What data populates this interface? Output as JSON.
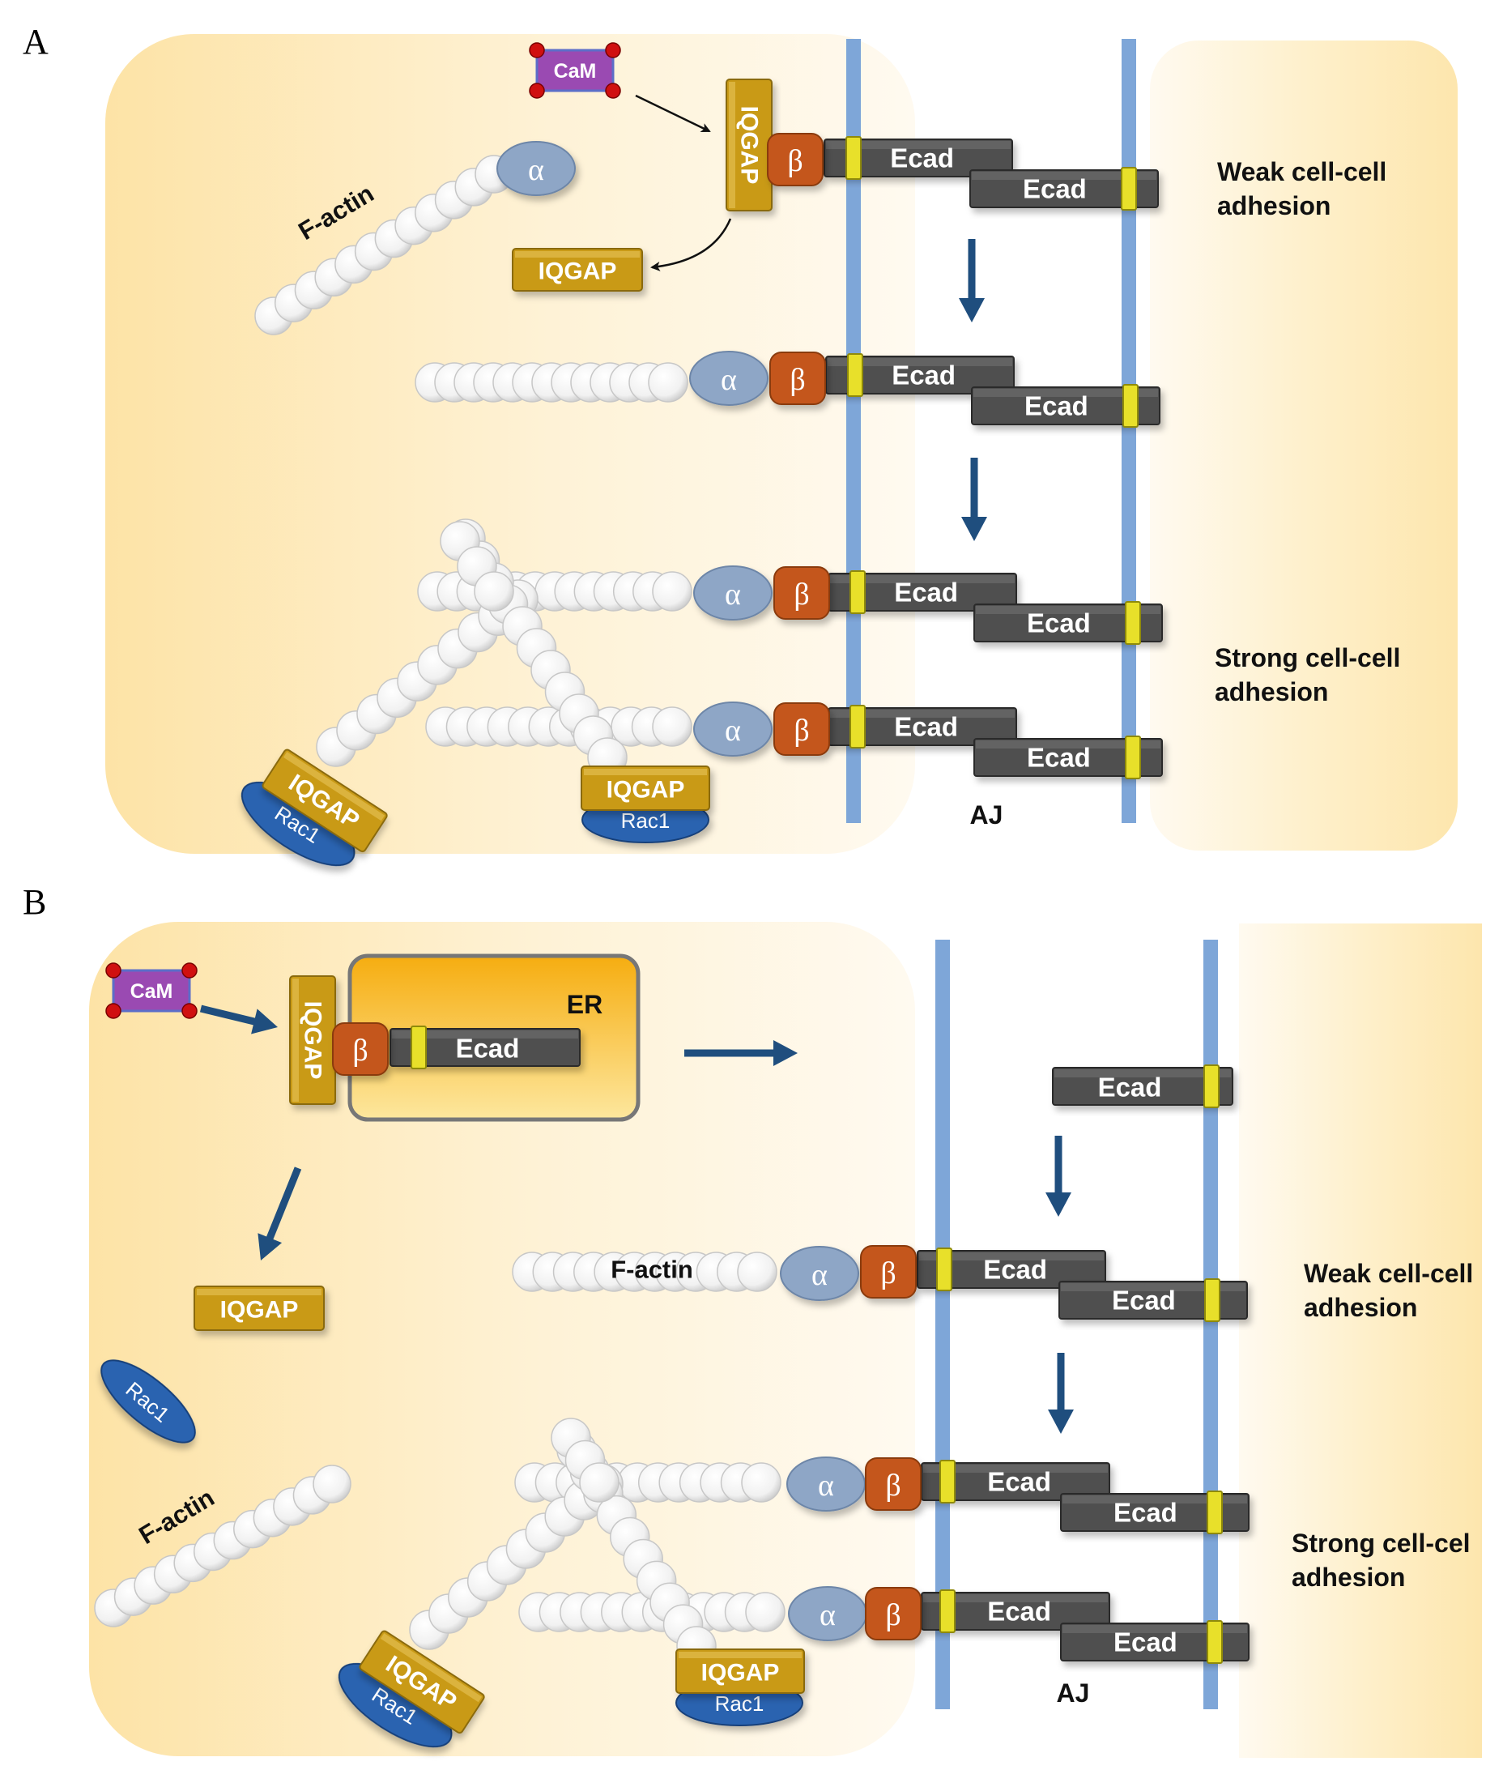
{
  "panels": [
    {
      "letter": "A",
      "labels": {
        "aj": "AJ",
        "weak": [
          "Weak cell-cell",
          "adhesion"
        ],
        "strong": [
          "Strong cell-cell",
          "adhesion"
        ],
        "factin": "F-actin"
      }
    },
    {
      "letter": "B",
      "labels": {
        "aj": "AJ",
        "weak": [
          "Weak cell-cell",
          "adhesion"
        ],
        "strong": [
          "Strong cell-cel",
          "adhesion"
        ],
        "factin_top": "F-actin",
        "factin_bottom": "F-actin",
        "er": "ER"
      }
    }
  ],
  "molecules": {
    "ecad": "Ecad",
    "alpha": "α",
    "beta": "β",
    "iqgap": "IQGAP",
    "rac1": "Rac1",
    "cam": "CaM"
  },
  "colors": {
    "membrane": "#7ea6d8",
    "ecad": "#4f4f4f",
    "ecad_band": "#e8e02a",
    "alpha": "#8ea6c6",
    "beta": "#c4571b",
    "iqgap": "#c99a14",
    "rac1": "#2c64b0",
    "cam": "#9a4ab2",
    "cam_dots": "#d01010",
    "arrow": "#1f4e7e",
    "cell_bg": "#fde7b0",
    "er": "#f4b81c"
  }
}
